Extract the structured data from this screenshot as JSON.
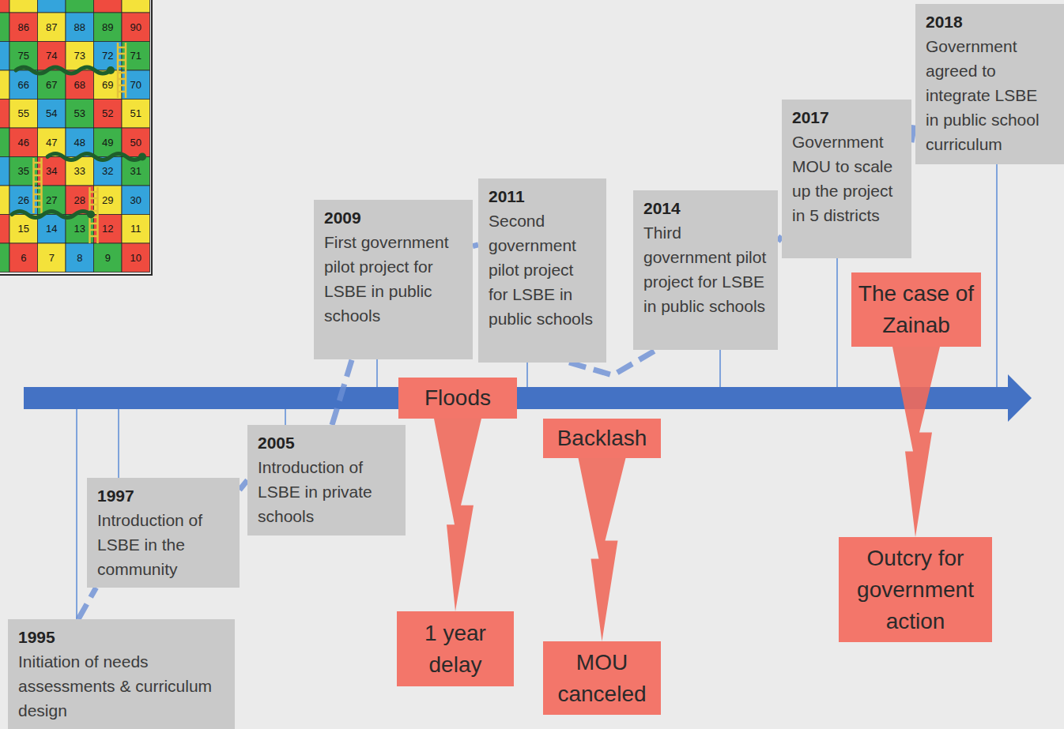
{
  "diagram": {
    "nodes": [
      {
        "text": [
          "1995",
          "Initiation of needs assessments & curriculum design"
        ]
      },
      {
        "text": [
          "1997",
          "Introduction of LSBE in the community"
        ]
      },
      {
        "text": [
          "2005",
          "Introduction of LSBE in private schools"
        ]
      },
      {
        "text": [
          "2009",
          "First government pilot project for LSBE in public schools"
        ]
      },
      {
        "text": [
          "2011",
          "Second government pilot project for LSBE in public schools"
        ]
      },
      {
        "text": [
          "2014",
          "Third government pilot project for LSBE in public schools"
        ]
      },
      {
        "text": [
          "2017",
          "Government MOU to scale up the project in 5 districts"
        ]
      },
      {
        "text": [
          "2018",
          "Government agreed to integrate LSBE in public school curriculum"
        ]
      },
      {
        "text": [
          "Floods"
        ]
      },
      {
        "text": [
          "1 year delay"
        ]
      },
      {
        "text": [
          "Backlash"
        ]
      },
      {
        "text": [
          "MOU canceled"
        ]
      },
      {
        "text": [
          "The case of Zainab"
        ]
      },
      {
        "text": [
          "Outcry for government action"
        ]
      }
    ],
    "edges": [
      {
        "from": 0,
        "to": 1,
        "arrow": "none"
      },
      {
        "from": 1,
        "to": 2,
        "arrow": "none"
      },
      {
        "from": 2,
        "to": 3,
        "arrow": "none"
      },
      {
        "from": 3,
        "to": 4,
        "arrow": "none"
      },
      {
        "from": 4,
        "to": 5,
        "arrow": "none"
      },
      {
        "from": 5,
        "to": 6,
        "arrow": "none"
      },
      {
        "from": 6,
        "to": 7,
        "arrow": "none"
      },
      {
        "from": 8,
        "to": 9,
        "arrow": "to"
      },
      {
        "from": 10,
        "to": 11,
        "arrow": "to"
      },
      {
        "from": 12,
        "to": 13,
        "arrow": "to"
      }
    ],
    "labels": [
      "86",
      "87",
      "88",
      "89",
      "90",
      "75",
      "74",
      "73",
      "72",
      "71",
      "66",
      "67",
      "68",
      "69",
      "70",
      "55",
      "54",
      "53",
      "52",
      "51",
      "46",
      "47",
      "48",
      "49",
      "50",
      "35",
      "34",
      "33",
      "32",
      "31",
      "26",
      "27",
      "28",
      "29",
      "30",
      "15",
      "14",
      "13",
      "12",
      "11",
      "6",
      "7",
      "8",
      "9",
      "10"
    ]
  }
}
